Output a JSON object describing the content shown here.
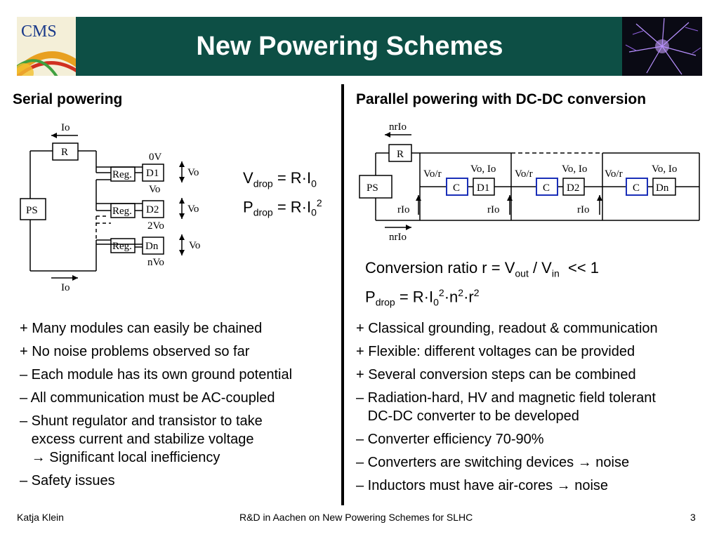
{
  "slide": {
    "title": "New Powering Schemes",
    "page_number": "3"
  },
  "left": {
    "heading": "Serial powering",
    "diagram": {
      "top_current": "Io",
      "bottom_current": "Io",
      "ps": "PS",
      "r": "R",
      "reg": "Reg.",
      "modules": [
        "D1",
        "D2",
        "Dn"
      ],
      "levels": [
        "0V",
        "Vo",
        "2Vo",
        "nVo"
      ],
      "vo": "Vo"
    },
    "formula": {
      "v_main": "V",
      "v_sub": "drop",
      "v_rhs": " = R·I",
      "v_rhs_sub": "0",
      "p_main": "P",
      "p_sub": "drop",
      "p_rhs": " = R·I",
      "p_rhs_sub": "0",
      "p_rhs_sup": "2"
    },
    "bullets": [
      "+ Many modules can easily be chained",
      "+ No noise problems observed so far",
      "– Each module has its own ground potential",
      "– All communication must be AC-coupled",
      "– Shunt regulator and transistor to take\n   excess current and stabilize voltage\n   → Significant local inefficiency",
      "– Safety issues"
    ]
  },
  "right": {
    "heading": "Parallel powering with DC-DC conversion",
    "diagram": {
      "top_current": "nrIo",
      "bottom_current": "nrIo",
      "ps": "PS",
      "r": "R",
      "c": "C",
      "modules": [
        "D1",
        "D2",
        "Dn"
      ],
      "vo_r": "Vo/r",
      "vo_io": "Vo, Io",
      "rio": "rIo"
    },
    "formula": {
      "line1_a": "Conversion ratio r = V",
      "line1_sub1": "out",
      "line1_b": " / V",
      "line1_sub2": "in",
      "line1_c": "  << 1",
      "line2_a": "P",
      "line2_sub": "drop",
      "line2_b": " = R·I",
      "line2_sub2": "0",
      "line2_sup1": "2",
      "line2_c": "·n",
      "line2_sup2": "2",
      "line2_d": "·r",
      "line2_sup3": "2"
    },
    "bullets": [
      "+ Classical grounding, readout & communication",
      "+ Flexible: different voltages can be provided",
      "+ Several conversion steps can be combined",
      "– Radiation-hard, HV and magnetic field tolerant\n   DC-DC converter to be developed",
      "– Converter efficiency 70-90%",
      "– Converters are switching devices → noise",
      "– Inductors must have air-cores → noise"
    ]
  },
  "footer": {
    "author": "Katja Klein",
    "talk": "R&D in Aachen on New Powering Schemes for SLHC"
  },
  "logo_left_text": "CMS",
  "colors": {
    "banner": "#0d4f45",
    "converter_box": "#1a2fb8"
  }
}
